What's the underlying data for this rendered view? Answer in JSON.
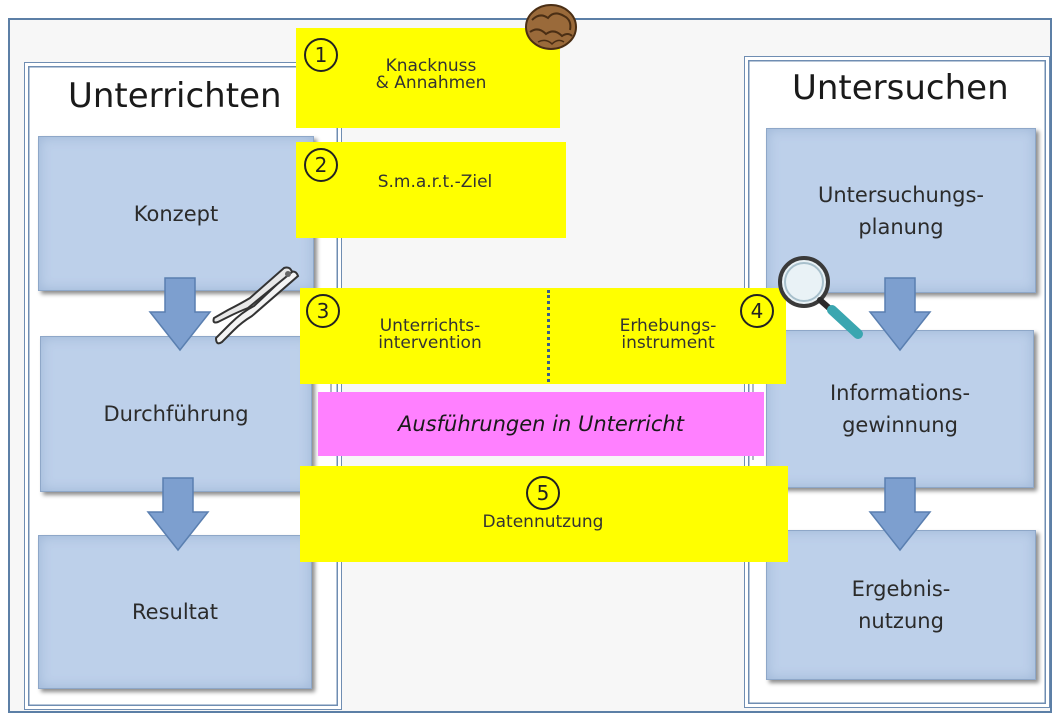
{
  "left_column": {
    "title": "Unterrichten",
    "boxes": [
      "Konzept",
      "Durchführung",
      "Resultat"
    ]
  },
  "right_column": {
    "title": "Untersuchen",
    "boxes": [
      "Untersuchungs-\nplanung",
      "Informations-\ngewinnung",
      "Ergebnis-\nnutzung"
    ]
  },
  "steps": [
    {
      "number": "1",
      "label": "Knacknuss\n& Annahmen"
    },
    {
      "number": "2",
      "label": "S.m.a.r.t.-Ziel"
    },
    {
      "number": "3",
      "label": "Unterrichts-\nintervention"
    },
    {
      "number": "4",
      "label": "Erhebungs-\ninstrument"
    },
    {
      "number": "5",
      "label": "Datennutzung"
    }
  ],
  "middle_band": "Ausführungen in Unterricht",
  "icons": [
    "walnut-icon",
    "nutcracker-icon",
    "magnifier-icon",
    "arrow-down-icon"
  ],
  "colors": {
    "box_fill": "#bdd0ea",
    "highlight_yellow": "#ffff00",
    "highlight_magenta": "#ff80ff",
    "arrow": "#7d9fcf"
  }
}
